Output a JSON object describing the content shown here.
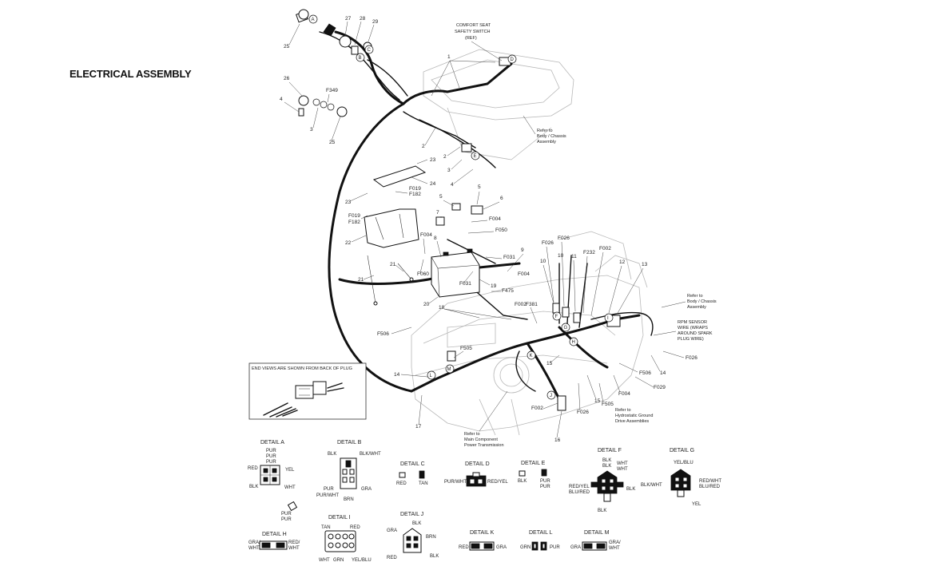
{
  "title": "ELECTRICAL ASSEMBLY",
  "part_numbers": [
    "1",
    "2",
    "3",
    "4",
    "5",
    "6",
    "7",
    "8",
    "9",
    "10",
    "11",
    "12",
    "13",
    "14",
    "15",
    "16",
    "17",
    "18",
    "19",
    "20",
    "21",
    "22",
    "23",
    "24",
    "25",
    "26",
    "27",
    "28",
    "29"
  ],
  "callout_letters": [
    "A",
    "B",
    "C",
    "D",
    "E",
    "F",
    "G",
    "H",
    "I",
    "J",
    "K",
    "L",
    "M"
  ],
  "fastener_codes": [
    "F349",
    "F019",
    "F182",
    "F004",
    "F050",
    "F031",
    "F026",
    "F232",
    "F002",
    "F475",
    "F381",
    "F506",
    "F505",
    "F029",
    "F060"
  ],
  "notes": {
    "comfort_seat": [
      "COMFORT SEAT",
      "SAFETY SWITCH",
      "(REF)"
    ],
    "body_chassis_1": [
      "Refer to",
      "Body / Chassis",
      "Assembly"
    ],
    "body_chassis_2": [
      "Refer to",
      "Body / Chassis",
      "Assembly"
    ],
    "rpm_sensor": [
      "RPM SENSOR",
      "WIRE (WRAPS",
      "AROUND SPARK",
      "PLUG WIRE)"
    ],
    "main_component": [
      "Refer to",
      "Main Component",
      "Power Transmission"
    ],
    "hydrostatic": [
      "Refer to",
      "Hydrostatic Ground",
      "Drive Assemblies"
    ],
    "end_views": "END VIEWS ARE SHOWN FROM BACK OF PLUG"
  },
  "details": {
    "a": {
      "title": "DETAIL A",
      "labels": [
        "PUR",
        "PUR",
        "PUR",
        "RED",
        "YEL",
        "BLK",
        "WHT"
      ]
    },
    "b": {
      "title": "DETAIL B",
      "labels": [
        "BLK",
        "BLK/WHT",
        "PUR",
        "PUR/WHT",
        "BRN",
        "GRA"
      ]
    },
    "c": {
      "title": "DETAIL C",
      "labels": [
        "RED",
        "TAN"
      ]
    },
    "d": {
      "title": "DETAIL D",
      "labels": [
        "PUR/WHT",
        "RED/YEL"
      ]
    },
    "e": {
      "title": "DETAIL E",
      "labels": [
        "BLK",
        "PUR",
        "PUR"
      ]
    },
    "f": {
      "title": "DETAIL F",
      "labels": [
        "BLK",
        "BLK",
        "WHT",
        "WHT",
        "RED/YEL",
        "BLU/RED",
        "BLK",
        "BLK"
      ]
    },
    "g": {
      "title": "DETAIL G",
      "labels": [
        "YEL/BLU",
        "BLK/WHT",
        "RED/WHT",
        "BLU/RED",
        "YEL"
      ]
    },
    "h": {
      "title": "DETAIL H",
      "labels": [
        "PUR",
        "PUR",
        "GRA/",
        "WHT",
        "RED/",
        "WHT"
      ]
    },
    "i": {
      "title": "DETAIL I",
      "labels": [
        "TAN",
        "RED",
        "WHT",
        "GRN",
        "YEL/BLU"
      ]
    },
    "j": {
      "title": "DETAIL J",
      "labels": [
        "BLK",
        "GRA",
        "BRN",
        "RED",
        "BLK"
      ]
    },
    "k": {
      "title": "DETAIL K",
      "labels": [
        "RED",
        "GRA"
      ]
    },
    "l": {
      "title": "DETAIL L",
      "labels": [
        "GRN",
        "PUR"
      ]
    },
    "m": {
      "title": "DETAIL M",
      "labels": [
        "GRA",
        "GRA/",
        "WHT"
      ]
    }
  }
}
